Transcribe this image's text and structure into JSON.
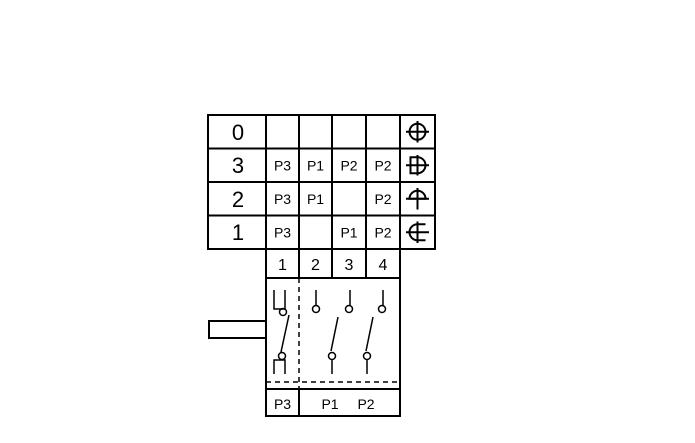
{
  "table": {
    "rows": [
      {
        "position": "0",
        "cells": [
          "",
          "",
          "",
          ""
        ],
        "icon": "cam-position-0-icon"
      },
      {
        "position": "3",
        "cells": [
          "P3",
          "P1",
          "P2",
          "P2"
        ],
        "icon": "cam-position-3-icon"
      },
      {
        "position": "2",
        "cells": [
          "P3",
          "P1",
          "",
          "P2"
        ],
        "icon": "cam-position-2-icon"
      },
      {
        "position": "1",
        "cells": [
          "P3",
          "",
          "P1",
          "P2"
        ],
        "icon": "cam-position-1-icon"
      }
    ]
  },
  "switch": {
    "contacts": [
      "1",
      "2",
      "3",
      "4"
    ],
    "bottom_labels": [
      "P3",
      "P1",
      "P2"
    ]
  }
}
